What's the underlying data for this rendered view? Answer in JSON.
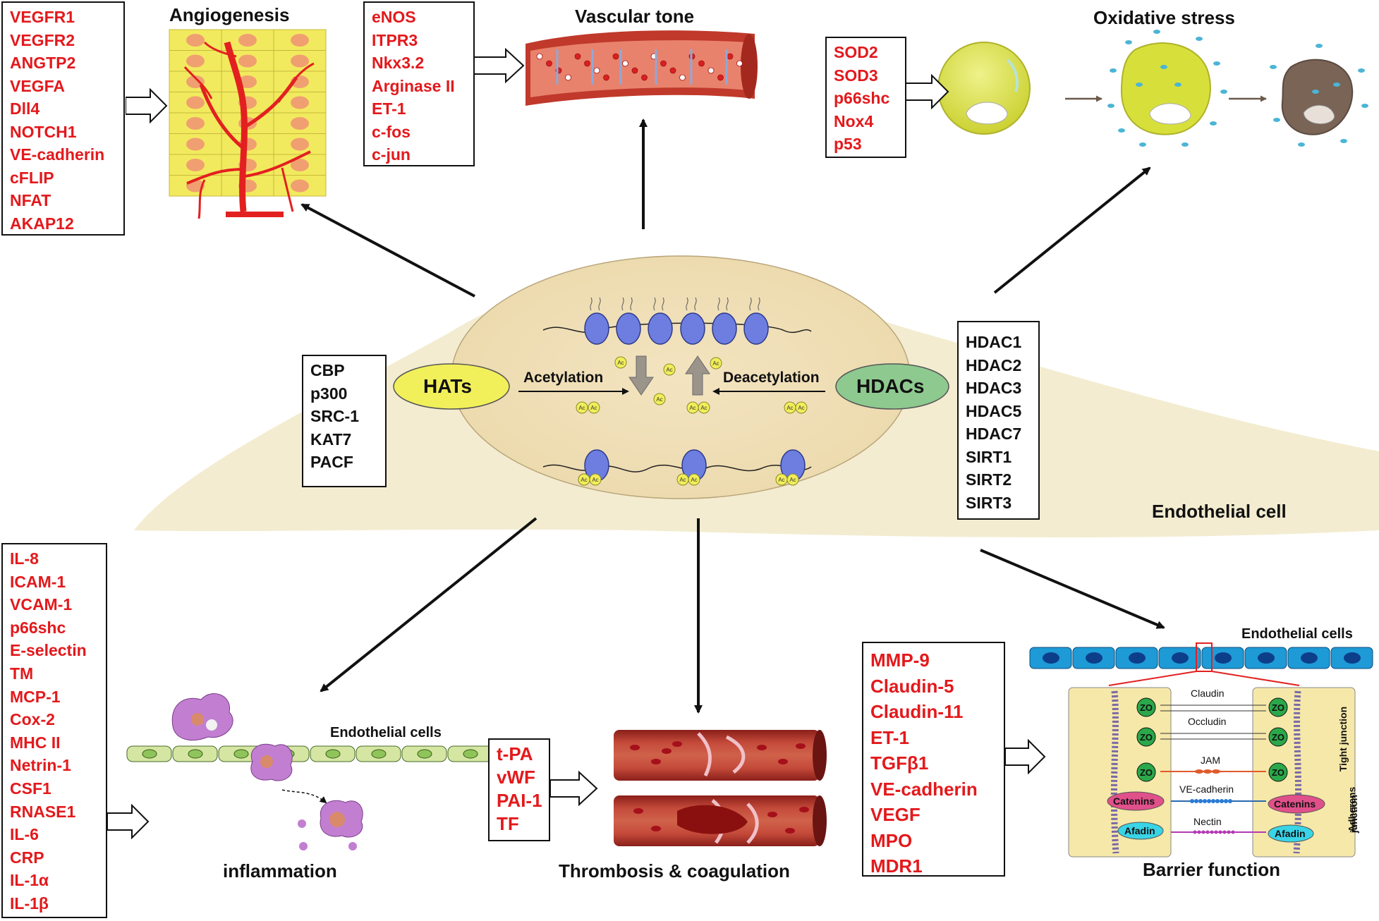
{
  "angiogenesis": {
    "title": "Angiogenesis",
    "genes": [
      "VEGFR1",
      "VEGFR2",
      "ANGTP2",
      "VEGFA",
      "Dll4",
      "NOTCH1",
      "VE-cadherin",
      "cFLIP",
      "NFAT",
      "AKAP12"
    ]
  },
  "vascular_tone": {
    "title": "Vascular tone",
    "genes": [
      "eNOS",
      "ITPR3",
      "Nkx3.2",
      "Arginase II",
      "ET-1",
      "c-fos",
      "c-jun"
    ]
  },
  "oxidative_stress": {
    "title": "Oxidative stress",
    "genes": [
      "SOD2",
      "SOD3",
      "p66shc",
      "Nox4",
      "p53"
    ]
  },
  "cell": {
    "label": "Endothelial cell",
    "hats_label": "HATs",
    "hdacs_label": "HDACs",
    "acetylation_label": "Acetylation",
    "deacetylation_label": "Deacetylation",
    "ac_label": "Ac",
    "hat_list": [
      "CBP",
      "p300",
      "SRC-1",
      "KAT7",
      "PACF"
    ],
    "hdac_list": [
      "HDAC1",
      "HDAC2",
      "HDAC3",
      "HDAC5",
      "HDAC7",
      "SIRT1",
      "SIRT2",
      "SIRT3"
    ]
  },
  "inflammation": {
    "title": "inflammation",
    "endothelial_label": "Endothelial cells",
    "genes": [
      "IL-8",
      "ICAM-1",
      "VCAM-1",
      "p66shc",
      "E-selectin",
      "TM",
      "MCP-1",
      "Cox-2",
      "MHC II",
      "Netrin-1",
      "CSF1",
      "RNASE1",
      "IL-6",
      "CRP",
      "IL-1α",
      "IL-1β"
    ]
  },
  "thrombosis": {
    "title": "Thrombosis & coagulation",
    "genes": [
      "t-PA",
      "vWF",
      "PAI-1",
      "TF"
    ]
  },
  "barrier": {
    "title": "Barrier function",
    "endothelial_label": "Endothelial cells",
    "genes": [
      "MMP-9",
      "Claudin-5",
      "Claudin-11",
      "ET-1",
      "TGFβ1",
      "VE-cadherin",
      "VEGF",
      "MPO",
      "MDR1"
    ],
    "claudin": "Claudin",
    "occludin": "Occludin",
    "jam": "JAM",
    "ve_cadherin": "VE-cadherin",
    "nectin": "Nectin",
    "zo": "ZO",
    "catenins": "Catenins",
    "afadin": "Afadin",
    "tight_junction": "Tight junction",
    "adherens_junction_1": "Adherens",
    "adherens_junction_2": "junction"
  }
}
